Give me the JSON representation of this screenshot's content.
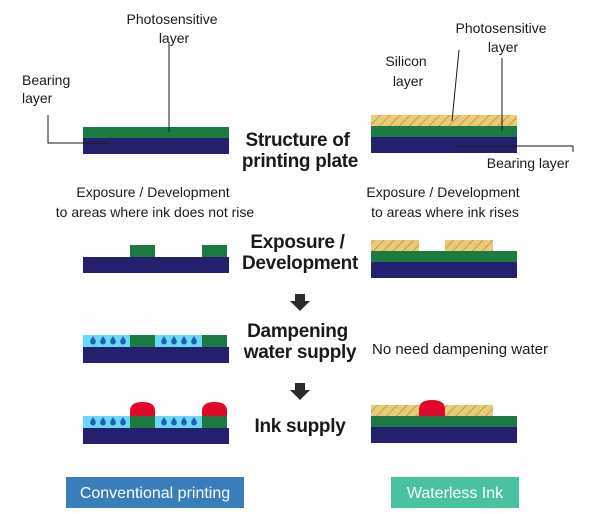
{
  "colors": {
    "bearing": "#24206f",
    "photo": "#1e7a43",
    "silicon": "#eacb78",
    "silicon_hatch": "#b8913a",
    "water": "#6ad9f2",
    "drop": "#1e5fb3",
    "ink": "#e1062a",
    "arrow": "#2a2a2a",
    "conventional_badge": "#3a7dbd",
    "waterless_badge": "#4ac1a0"
  },
  "labels": {
    "photo_left": [
      "Photosensitive",
      "layer"
    ],
    "bearing_left": [
      "Bearing",
      "layer"
    ],
    "silicon_right": [
      "Silicon",
      "layer"
    ],
    "photo_right": [
      "Photosensitive",
      "layer"
    ],
    "bearing_right": "Bearing layer",
    "exposure_left": [
      "Exposure / Development",
      "to areas where ink does not rise"
    ],
    "exposure_right": [
      "Exposure / Development",
      "to areas where ink rises"
    ],
    "no_dampening": "No need dampening water"
  },
  "center_titles": {
    "structure": [
      "Structure of",
      "printing plate"
    ],
    "exposure": [
      "Exposure /",
      "Development"
    ],
    "dampening": [
      "Dampening",
      "water supply"
    ],
    "ink": "Ink supply"
  },
  "icons": {
    "arrow": "down-arrow-icon",
    "drop": "water-drop-icon"
  },
  "badges": {
    "conventional": "Conventional printing",
    "waterless": "Waterless Ink"
  }
}
